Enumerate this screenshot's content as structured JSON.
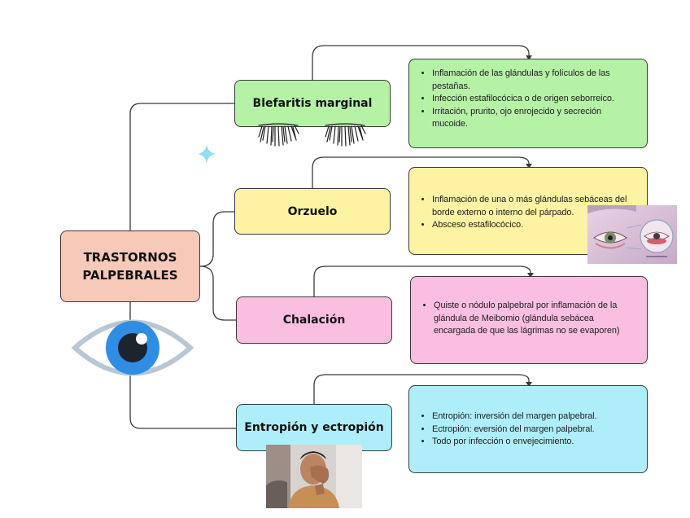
{
  "root": {
    "line1": "TRASTORNOS",
    "line2": "PALPEBRALES"
  },
  "branches": [
    {
      "title": "Blefaritis marginal",
      "color": "#b5f2a6",
      "details": [
        "Inflamación de las glándulas y folículos de las pestañas.",
        "Infección estafilocócica o de origen seborreico.",
        "Irritación, prurito, ojo enrojecido y secreción mucoide."
      ]
    },
    {
      "title": "Orzuelo",
      "color": "#fdf3a3",
      "details": [
        "Inflamación de una o más glándulas sebáceas del borde externo o interno del párpado.",
        "Absceso estafilocócico."
      ]
    },
    {
      "title": "Chalación",
      "color": "#f9bee0",
      "details": [
        "Quiste o nódulo palpebral por inflamación de la glándula de Meibomio (glándula sebácea encargada de que las lágrimas no se evaporen)"
      ]
    },
    {
      "title": "Entropión y ectropión",
      "color": "#aeeefb",
      "details": [
        "Entropión: inversión del margen palpebral.",
        "Ectropión: eversión del margen palpebral.",
        "Todo por infección o envejecimiento."
      ]
    }
  ],
  "icons": {
    "eye": "eye-icon",
    "sparkle": "sparkle-icon",
    "lashes": "eyelash-icon"
  },
  "colors": {
    "eye_iris": "#2f8de4",
    "eye_outline": "#b8c7d3",
    "sparkle": "#8fdcf5",
    "root": "#f6c9b9"
  }
}
